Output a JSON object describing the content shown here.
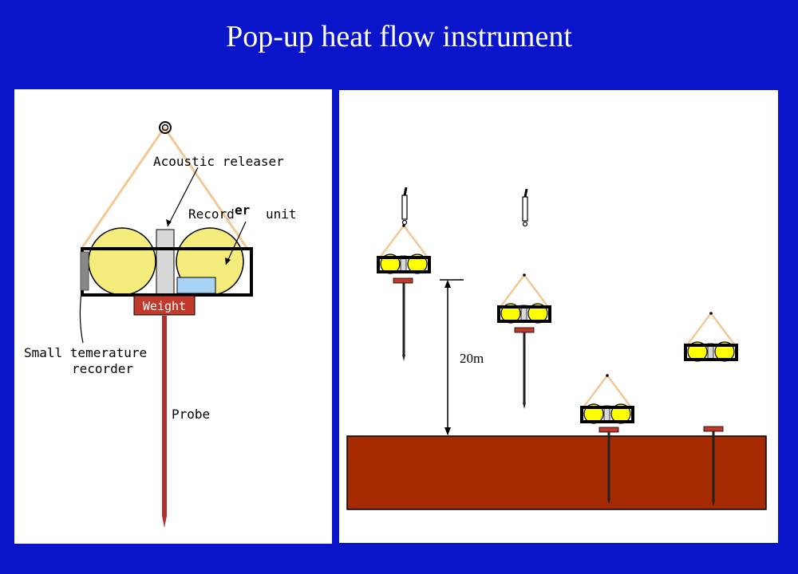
{
  "title": "Pop-up heat flow instrument",
  "left_diagram": {
    "acoustic_releaser": "Acoustic releaser",
    "recorder_unit_prefix": "Record",
    "recorder_unit_overlay": "er",
    "recorder_unit_suffix": "unit",
    "weight": "Weight",
    "small_temp_line1": "Small temerature",
    "small_temp_line2": "recorder",
    "probe": "Probe"
  },
  "right_diagram": {
    "distance_label": "20m"
  },
  "colors": {
    "background": "#0a14c8",
    "float": "#f4ec7c",
    "float_bright": "#ffff00",
    "rope": "#f4c896",
    "weight": "#c0392b",
    "seafloor": "#a52a00",
    "probe": "#b03030",
    "recorder_box": "#aad4f5"
  }
}
